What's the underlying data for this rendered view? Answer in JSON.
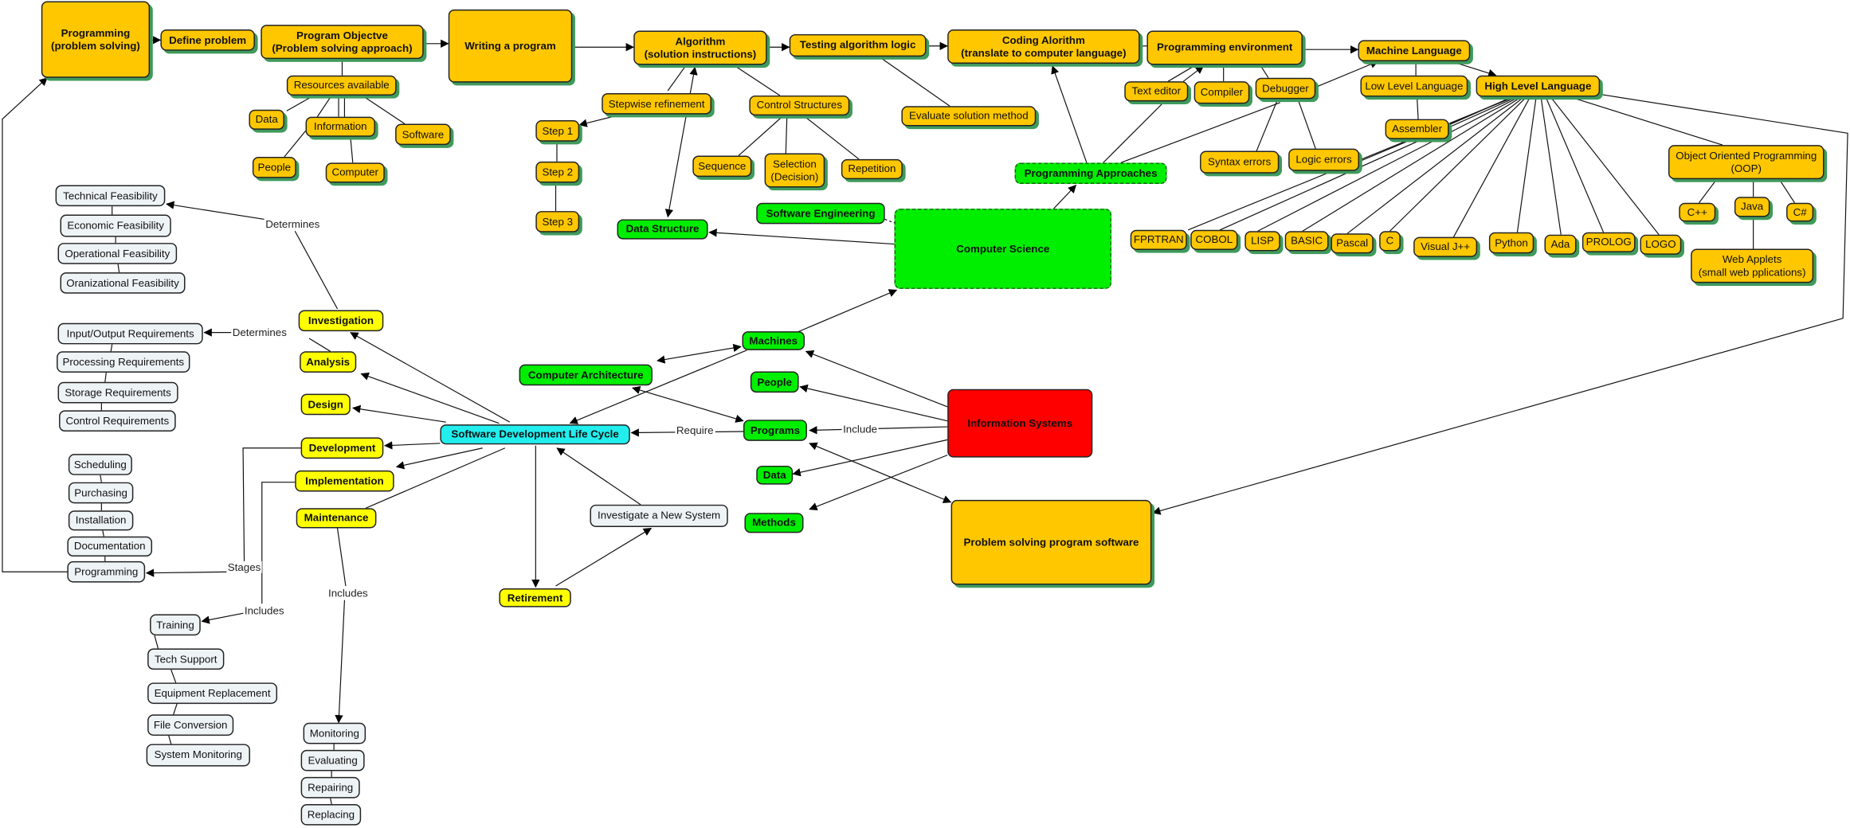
{
  "colors": {
    "orange": "#FFC700",
    "green": "#00EE00",
    "yellow": "#FFFF00",
    "cyan": "#22EEEE",
    "red": "#FF0000",
    "light": "#EEF3F6",
    "shadow": "#3f9a5c"
  },
  "nodes": {
    "prog_ps": "Programming\n(problem solving)",
    "define": "Define problem",
    "objective": "Program Objectve\n(Problem solving approach)",
    "writing": "Writing a program",
    "algorithm": "Algorithm\n(solution instructions)",
    "testing": "Testing algorithm logic",
    "coding": "Coding Alorithm\n(translate to computer language)",
    "progenv": "Programming environment",
    "machine": "Machine Language",
    "low": "Low Level Language",
    "high": "High Level Language",
    "resources": "Resources available",
    "data1": "Data",
    "information": "Information",
    "software": "Software",
    "people1": "People",
    "computer": "Computer",
    "stepwise": "Stepwise refinement",
    "control": "Control Structures",
    "evaluate": "Evaluate solution method",
    "step1": "Step 1",
    "step2": "Step 2",
    "step3": "Step 3",
    "sequence": "Sequence",
    "selection": "Selection\n(Decision)",
    "repetition": "Repetition",
    "texteditor": "Text editor",
    "compiler": "Compiler",
    "debugger": "Debugger",
    "syntax": "Syntax errors",
    "logic": "Logic errors",
    "assembler": "Assembler",
    "approaches": "Programming Approaches",
    "softeng": "Software Engineering",
    "datastruct": "Data Structure",
    "compsci": "Computer Science",
    "fprtran": "FPRTRAN",
    "cobol": "COBOL",
    "lisp": "LISP",
    "basic": "BASIC",
    "pascal": "Pascal",
    "c": "C",
    "visualj": "Visual J++",
    "python": "Python",
    "ada": "Ada",
    "prolog": "PROLOG",
    "logo": "LOGO",
    "oop": "Object Oriented Programming\n(OOP)",
    "cpp": "C++",
    "java": "Java",
    "csharp": "C#",
    "webapplets": "Web Applets\n(small web pplications)",
    "tech": "Technical Feasibility",
    "econ": "Economic Feasibility",
    "oper": "Operational Feasibility",
    "oran": "Oranizational Feasibility",
    "investigation": "Investigation",
    "analysis": "Analysis",
    "design": "Design",
    "development": "Development",
    "implementation": "Implementation",
    "maintenance": "Maintenance",
    "retirement": "Retirement",
    "sdlc": "Software Development Life Cycle",
    "io": "Input/Output Requirements",
    "processing": "Processing Requirements",
    "storage": "Storage Requirements",
    "controlreq": "Control Requirements",
    "scheduling": "Scheduling",
    "purchasing": "Purchasing",
    "installation": "Installation",
    "documentation": "Documentation",
    "programming2": "Programming",
    "training": "Training",
    "techsupport": "Tech Support",
    "equipment": "Equipment Replacement",
    "fileconv": "File Conversion",
    "sysmon": "System Monitoring",
    "monitoring": "Monitoring",
    "evaluating": "Evaluating",
    "repairing": "Repairing",
    "replacing": "Replacing",
    "investigate": "Investigate a New System",
    "comparch": "Computer Architecture",
    "machines": "Machines",
    "people2": "People",
    "programs": "Programs",
    "data2": "Data",
    "methods": "Methods",
    "infosys": "Information Systems",
    "pssoftware": "Problem solving program software"
  },
  "links": {
    "determines1": "Determines",
    "determines2": "Determines",
    "stages": "Stages",
    "includes_impl": "Includes",
    "includes_maint": "Includes",
    "require": "Require",
    "include": "Include"
  }
}
